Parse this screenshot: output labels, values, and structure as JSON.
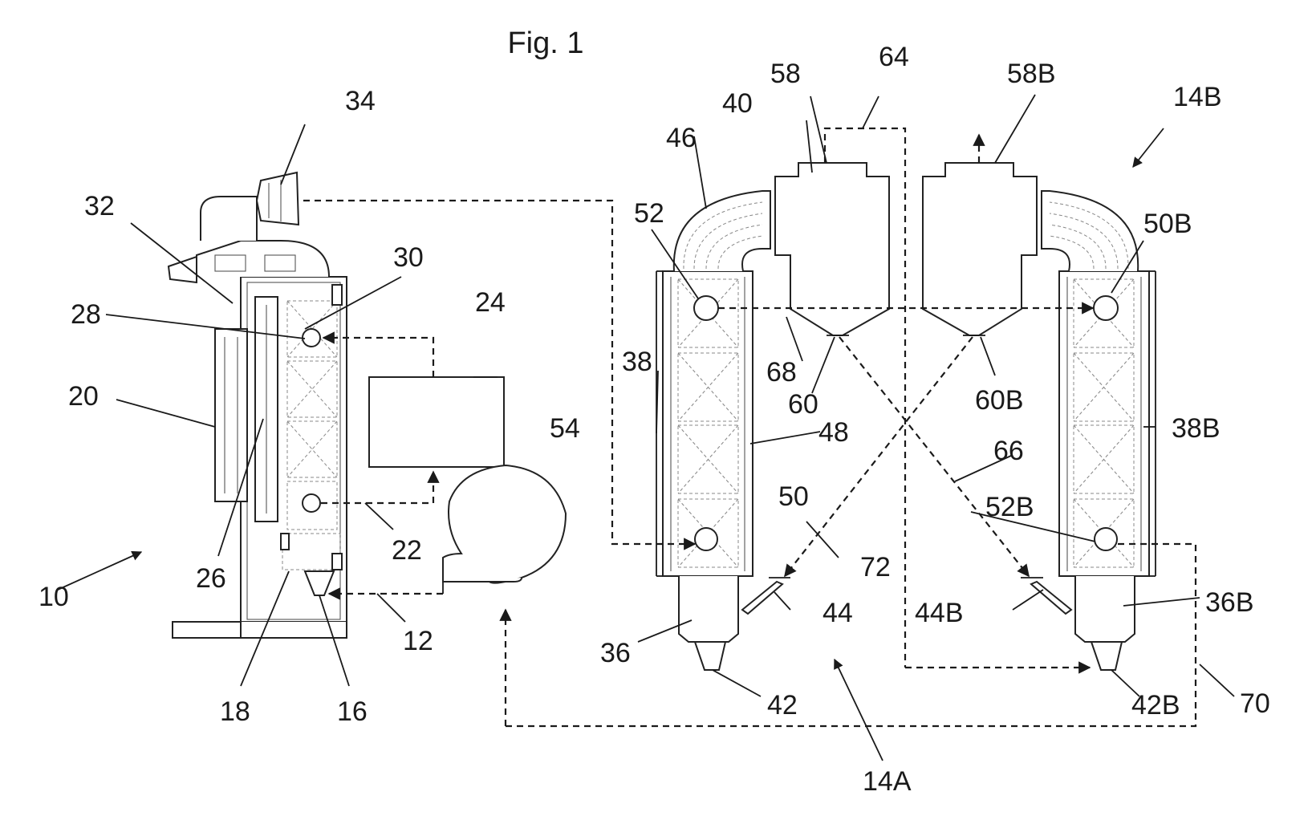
{
  "figure": {
    "title": "Fig. 1"
  },
  "labels": {
    "l10": "10",
    "l12": "12",
    "l14a": "14A",
    "l14b": "14B",
    "l16": "16",
    "l18": "18",
    "l20": "20",
    "l22": "22",
    "l24": "24",
    "l26": "26",
    "l28": "28",
    "l30": "30",
    "l32": "32",
    "l34": "34",
    "l36": "36",
    "l36b": "36B",
    "l38": "38",
    "l38b": "38B",
    "l40": "40",
    "l42": "42",
    "l42b": "42B",
    "l44": "44",
    "l44b": "44B",
    "l46": "46",
    "l48": "48",
    "l50": "50",
    "l50b": "50B",
    "l52": "52",
    "l52b": "52B",
    "l54": "54",
    "l58": "58",
    "l58b": "58B",
    "l60": "60",
    "l60b": "60B",
    "l64": "64",
    "l66": "66",
    "l68": "68",
    "l70": "70",
    "l72": "72"
  }
}
